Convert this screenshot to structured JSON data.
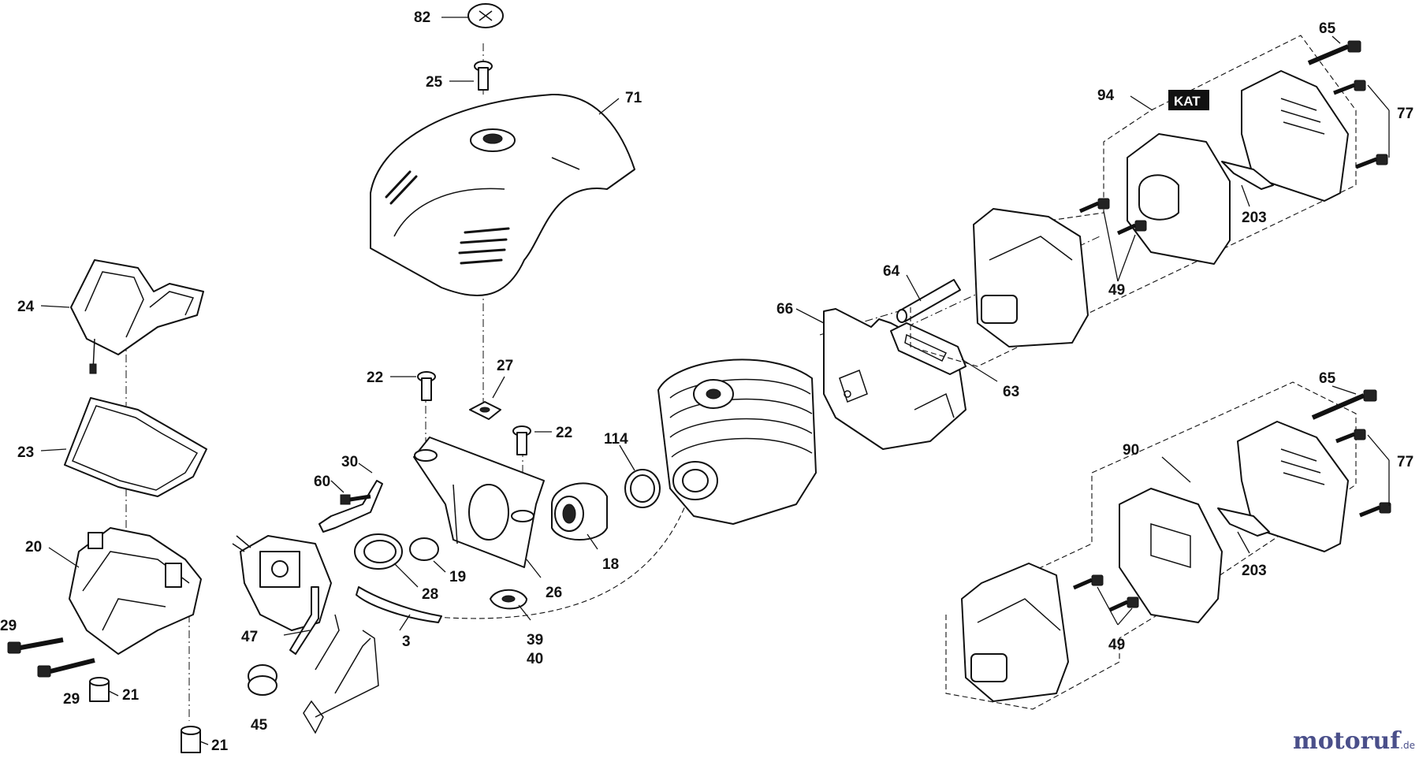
{
  "diagram": {
    "callouts": [
      "82",
      "25",
      "71",
      "24",
      "23",
      "20",
      "29",
      "29",
      "21",
      "21",
      "22",
      "27",
      "22",
      "30",
      "60",
      "28",
      "19",
      "26",
      "18",
      "114",
      "47",
      "45",
      "3",
      "39",
      "40",
      "64",
      "66",
      "63",
      "94",
      "65",
      "77",
      "203",
      "49",
      "90",
      "65",
      "77",
      "203",
      "49"
    ],
    "kat_badge": "KAT",
    "brand": {
      "name": "motoruf",
      "suffix": ".de"
    }
  }
}
